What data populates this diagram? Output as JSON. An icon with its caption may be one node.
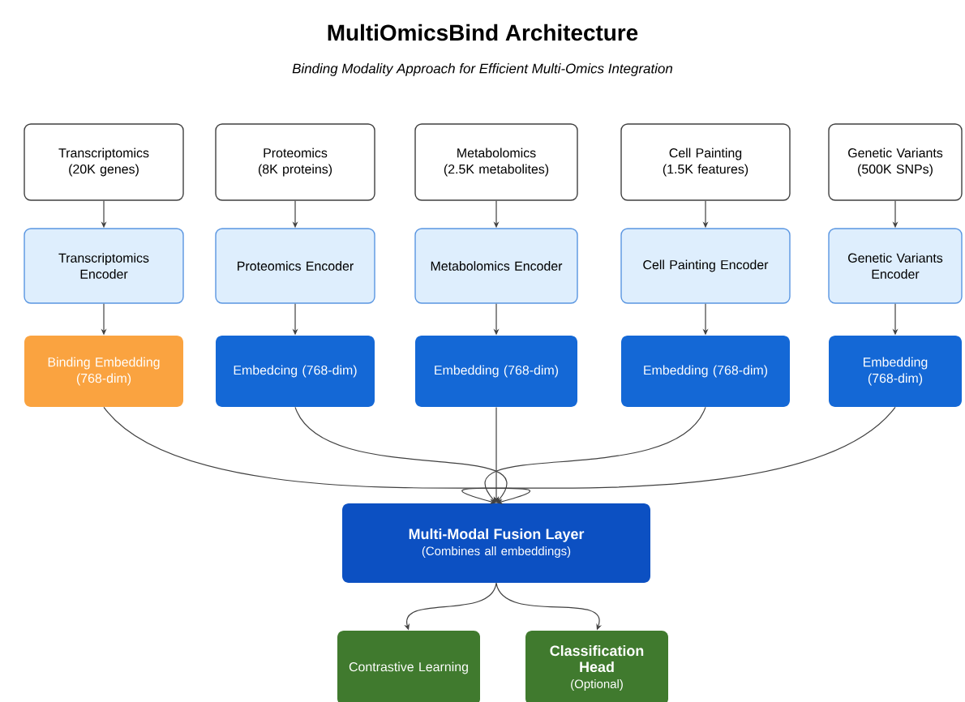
{
  "diagram": {
    "title": "MultiOmicsBind Architecture",
    "caption": "Binding Modality Approach for Efficient Multi-Omics Integration",
    "nodes": [
      {
        "text": [
          "Transcriptomics (20K genes)"
        ]
      },
      {
        "text": [
          "Proteomics (8K proteins)"
        ]
      },
      {
        "text": [
          "Metabolomics (2.5K metabolites)"
        ]
      },
      {
        "text": [
          "Cell Painting (1.5K features)"
        ]
      },
      {
        "text": [
          "Genetic Variants (500K SNPs)"
        ]
      },
      {
        "text": [
          "Transcriptomics Encoder"
        ]
      },
      {
        "text": [
          "Proteomics Encoder"
        ]
      },
      {
        "text": [
          "Metabolomics Encoder"
        ]
      },
      {
        "text": [
          "Cell Painting Encoder"
        ]
      },
      {
        "text": [
          "Genetic Variants Encoder"
        ]
      },
      {
        "text": [
          "Binding Embedding (768-dim)"
        ]
      },
      {
        "text": [
          "Embedcing (768-dim)"
        ]
      },
      {
        "text": [
          "Embedding (768-dim)"
        ]
      },
      {
        "text": [
          "Embedding (768-dim)"
        ]
      },
      {
        "text": [
          "Embedding (768-dim)"
        ]
      },
      {
        "text": [
          "Multi-Modal Fusion Layer",
          "(Combines all embeddings)"
        ]
      },
      {
        "text": [
          "Contrastive Learning"
        ]
      },
      {
        "text": [
          "Classification Head",
          "(Optional)"
        ]
      }
    ],
    "edges": [
      {
        "from": 0,
        "to": 5,
        "arrow": "to"
      },
      {
        "from": 1,
        "to": 6,
        "arrow": "to"
      },
      {
        "from": 2,
        "to": 7,
        "arrow": "to"
      },
      {
        "from": 3,
        "to": 8,
        "arrow": "to"
      },
      {
        "from": 4,
        "to": 9,
        "arrow": "to"
      },
      {
        "from": 5,
        "to": 10,
        "arrow": "to"
      },
      {
        "from": 6,
        "to": 11,
        "arrow": "to"
      },
      {
        "from": 7,
        "to": 12,
        "arrow": "to"
      },
      {
        "from": 8,
        "to": 13,
        "arrow": "to"
      },
      {
        "from": 9,
        "to": 14,
        "arrow": "to"
      },
      {
        "from": 10,
        "to": 15,
        "arrow": "to"
      },
      {
        "from": 11,
        "to": 15,
        "arrow": "to"
      },
      {
        "from": 12,
        "to": 15,
        "arrow": "to"
      },
      {
        "from": 13,
        "to": 15,
        "arrow": "to"
      },
      {
        "from": 14,
        "to": 15,
        "arrow": "to"
      },
      {
        "from": 15,
        "to": 16,
        "arrow": "to"
      },
      {
        "from": 15,
        "to": 17,
        "arrow": "to"
      }
    ]
  }
}
